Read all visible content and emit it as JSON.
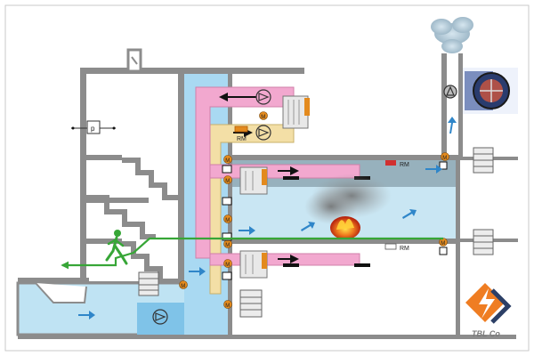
{
  "labels": {
    "rm_top": "RM",
    "rm_right_top": "RM",
    "rm_right_bottom": "RM",
    "pressure_p": "p",
    "motor_m": "M"
  },
  "watermark": {
    "text": "TBL Co"
  },
  "colors": {
    "shaft_blue": "#a9d9f2",
    "supply_pink": "#f2a8cf",
    "extract_tan": "#f3dfa6",
    "wall_gray": "#8c8c8c",
    "room_blue": "#c9e6f3",
    "escape_green": "#37a637",
    "airflow_arrow": "#2f86c9",
    "damper_orange": "#e38a1e",
    "logo_orange": "#ef7d22",
    "logo_navy": "#2c3f66",
    "fire_red": "#e0401c"
  },
  "icons": [
    "fan-icon",
    "damper-icon",
    "smoke-detector-icon",
    "fire-icon",
    "running-person-icon",
    "pump-icon",
    "pressure-sensor-icon",
    "radiator-icon",
    "logo-icon"
  ]
}
